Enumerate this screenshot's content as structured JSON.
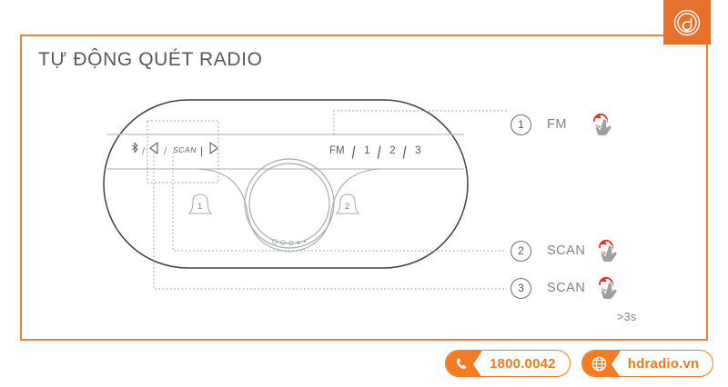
{
  "page": {
    "title": "TỰ ĐỘNG QUÉT RADIO",
    "accent_color": "#ed7d3a",
    "brand_color": "#f47b20",
    "cursor_arc_color": "#e8332a",
    "line_color": "#808285"
  },
  "logo": {
    "icon": "spiral-circle-logo",
    "background": "#e8702a"
  },
  "device": {
    "panel_controls": {
      "bluetooth_icon": "bluetooth-icon",
      "sep1": "/",
      "prev_icon": "previous-track-icon",
      "sep2": "/",
      "scan_label": "SCAN",
      "sep3": "|",
      "next_icon": "next-track-icon"
    },
    "preset_row": {
      "band_label": "FM",
      "sep1": "|",
      "preset1": "1",
      "sep2": "|",
      "preset2": "2",
      "sep3": "|",
      "preset3": "3"
    },
    "speaker_marks": [
      {
        "label": "1"
      },
      {
        "label": "2"
      }
    ]
  },
  "callouts": [
    {
      "number": "1",
      "label": "FM",
      "icon": "tap-hand-icon"
    },
    {
      "number": "2",
      "label": "SCAN",
      "icon": "tap-hand-icon"
    },
    {
      "number": "3",
      "label": "SCAN",
      "icon": "tap-hand-icon",
      "note": ">3s"
    }
  ],
  "hold_note": ">3s",
  "footer": {
    "phone": {
      "icon": "phone-icon",
      "text": "1800.0042"
    },
    "website": {
      "icon": "globe-icon",
      "text": "hdradio.vn"
    }
  }
}
